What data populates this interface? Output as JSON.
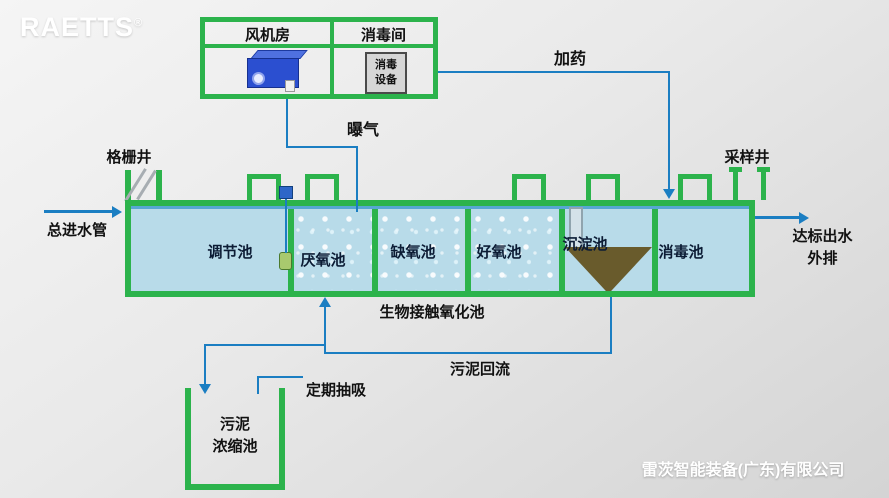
{
  "colors": {
    "structure_green": "#2cb34c",
    "pipe_blue": "#1b7ec2",
    "water_blue": "#b8dbe9",
    "hopper_brown": "#695b2c",
    "background_gray": "#e6e6e6"
  },
  "logo": {
    "text": "RAETTS",
    "reg": "®"
  },
  "company": "雷茨智能装备(广东)有限公司",
  "equipment": {
    "fan_room": "风机房",
    "disinfect_room": "消毒间",
    "disinfect_device": "消毒\n设备"
  },
  "labels": {
    "dosing": "加药",
    "aeration": "曝气",
    "grid_well": "格栅井",
    "sampling_well": "采样井",
    "main_inlet": "总进水管",
    "outlet": "达标出水\n外排",
    "bio_contact_tank": "生物接触氧化池",
    "sludge_return": "污泥回流",
    "periodic_suction": "定期抽吸"
  },
  "tanks": [
    {
      "name": "调节池"
    },
    {
      "name": "厌氧池"
    },
    {
      "name": "缺氧池"
    },
    {
      "name": "好氧池"
    },
    {
      "name": "沉淀池"
    },
    {
      "name": "消毒池"
    }
  ],
  "sludge_tank": {
    "name": "污泥\n浓缩池"
  }
}
